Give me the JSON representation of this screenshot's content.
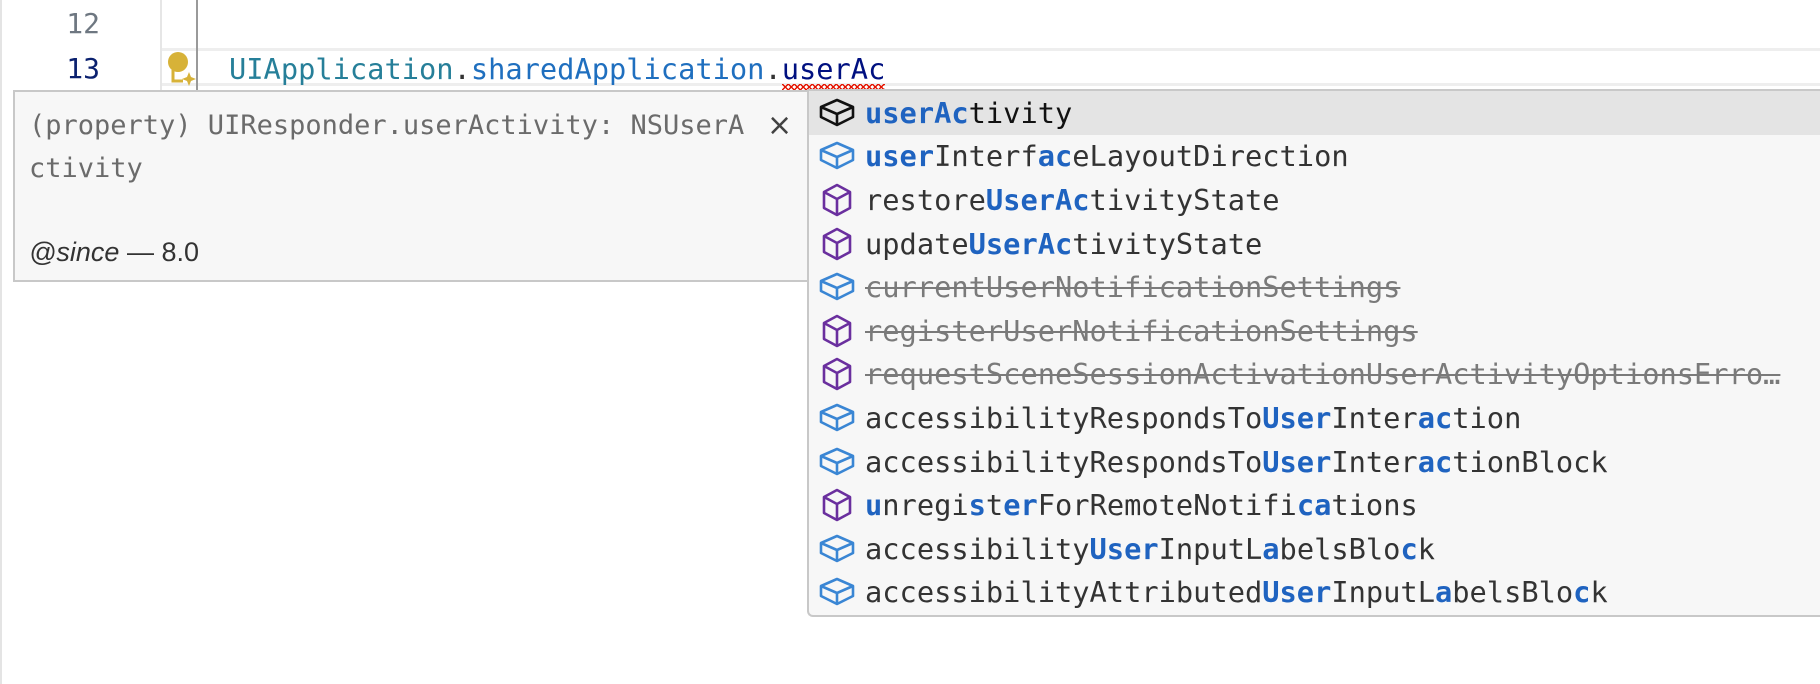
{
  "editor": {
    "lines": [
      {
        "number": "12",
        "code": ""
      },
      {
        "number": "13",
        "tokens": [
          {
            "text": "UIApplication",
            "kind": "type"
          },
          {
            "text": ".",
            "kind": "punct"
          },
          {
            "text": "sharedApplication",
            "kind": "prop"
          },
          {
            "text": ".",
            "kind": "punct"
          },
          {
            "text": "userAc",
            "kind": "typed",
            "error": true
          }
        ]
      }
    ],
    "current_line": "13",
    "gutter_icon": "lightbulb-sparkle-icon"
  },
  "hover": {
    "signature": "(property) UIResponder.userActivity: NSUserActivity",
    "close_label": "×",
    "since_tag": "@since",
    "since_sep": " — ",
    "since_value": "8.0"
  },
  "suggestions": {
    "selected_index": 0,
    "items": [
      {
        "kind": "property",
        "deprecated": false,
        "parts": [
          {
            "t": "userAc",
            "h": true
          },
          {
            "t": "tivity",
            "h": false
          }
        ]
      },
      {
        "kind": "property",
        "deprecated": false,
        "parts": [
          {
            "t": "user",
            "h": true
          },
          {
            "t": "Interf",
            "h": false
          },
          {
            "t": "ac",
            "h": true
          },
          {
            "t": "eLayoutDirection",
            "h": false
          }
        ]
      },
      {
        "kind": "method",
        "deprecated": false,
        "parts": [
          {
            "t": "restore",
            "h": false
          },
          {
            "t": "UserAc",
            "h": true
          },
          {
            "t": "tivityState",
            "h": false
          }
        ]
      },
      {
        "kind": "method",
        "deprecated": false,
        "parts": [
          {
            "t": "update",
            "h": false
          },
          {
            "t": "UserAc",
            "h": true
          },
          {
            "t": "tivityState",
            "h": false
          }
        ]
      },
      {
        "kind": "property",
        "deprecated": true,
        "parts": [
          {
            "t": "currentUserNotificationSettings",
            "h": false
          }
        ]
      },
      {
        "kind": "method",
        "deprecated": true,
        "parts": [
          {
            "t": "registerUserNotificationSettings",
            "h": false
          }
        ]
      },
      {
        "kind": "method",
        "deprecated": true,
        "parts": [
          {
            "t": "requestSceneSessionActivationUserActivityOptionsErro…",
            "h": false
          }
        ]
      },
      {
        "kind": "property",
        "deprecated": false,
        "parts": [
          {
            "t": "accessibilityRespondsTo",
            "h": false
          },
          {
            "t": "User",
            "h": true
          },
          {
            "t": "Inter",
            "h": false
          },
          {
            "t": "ac",
            "h": true
          },
          {
            "t": "tion",
            "h": false
          }
        ]
      },
      {
        "kind": "property",
        "deprecated": false,
        "parts": [
          {
            "t": "accessibilityRespondsTo",
            "h": false
          },
          {
            "t": "User",
            "h": true
          },
          {
            "t": "Inter",
            "h": false
          },
          {
            "t": "ac",
            "h": true
          },
          {
            "t": "tionBlock",
            "h": false
          }
        ]
      },
      {
        "kind": "method",
        "deprecated": false,
        "parts": [
          {
            "t": "u",
            "h": true
          },
          {
            "t": "nregi",
            "h": false
          },
          {
            "t": "s",
            "h": true
          },
          {
            "t": "t",
            "h": false
          },
          {
            "t": "er",
            "h": true
          },
          {
            "t": "ForRemoteNotifi",
            "h": false
          },
          {
            "t": "ca",
            "h": true
          },
          {
            "t": "tions",
            "h": false
          }
        ]
      },
      {
        "kind": "property",
        "deprecated": false,
        "parts": [
          {
            "t": "accessibility",
            "h": false
          },
          {
            "t": "User",
            "h": true
          },
          {
            "t": "InputL",
            "h": false
          },
          {
            "t": "a",
            "h": true
          },
          {
            "t": "belsBlo",
            "h": false
          },
          {
            "t": "c",
            "h": true
          },
          {
            "t": "k",
            "h": false
          }
        ]
      },
      {
        "kind": "property",
        "deprecated": false,
        "parts": [
          {
            "t": "accessibilityAttributed",
            "h": false
          },
          {
            "t": "User",
            "h": true
          },
          {
            "t": "InputL",
            "h": false
          },
          {
            "t": "a",
            "h": true
          },
          {
            "t": "belsBlo",
            "h": false
          },
          {
            "t": "c",
            "h": true
          },
          {
            "t": "k",
            "h": false
          }
        ]
      }
    ]
  },
  "colors": {
    "property_icon": "#3a86d4",
    "method_icon": "#6a2f9e",
    "selected_icon": "#111111",
    "highlight": "#1f63c0",
    "error_squiggle": "#e51400",
    "bulb": "#d7b238"
  }
}
